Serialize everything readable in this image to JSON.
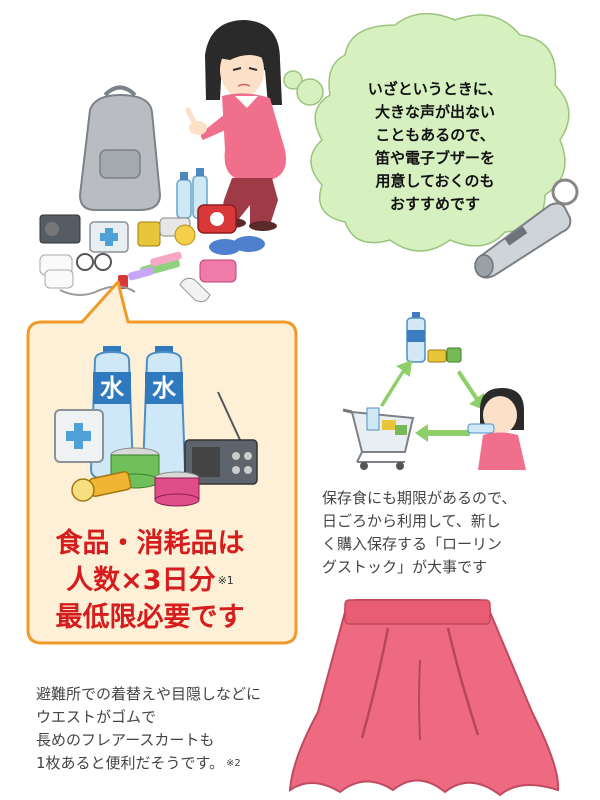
{
  "cloud": {
    "lines": [
      "いざというときに、",
      "大きな声が出ない",
      "こともあるので、",
      "笛や電子ブザーを",
      "用意しておくのも",
      "おすすめです"
    ]
  },
  "callout": {
    "line1": "食品・消耗品は",
    "line2": "人数×3日分",
    "note": "※1",
    "line3": "最低限必要です",
    "bottle_label_1": "水",
    "bottle_label_2": "水"
  },
  "rolling_stock": {
    "lines": [
      "保存食にも期限があるので、",
      "日ごろから利用して、新し",
      "く購入保存する「ローリン",
      "グストック」が大事です"
    ]
  },
  "skirt": {
    "lines": [
      "避難所での着替えや目隠しなどに",
      "ウエストがゴムで",
      "長めのフレアースカートも"
    ],
    "last_line": "1枚あると便利だそうです。",
    "note": "※2"
  },
  "colors": {
    "cloud_fill": "#d6f0bf",
    "callout_fill": "#fdf0d6",
    "callout_border": "#f09a2a",
    "accent_red": "#d61c1c",
    "skirt_pink": "#ee6a80",
    "arrow_green": "#8fcf6a"
  }
}
